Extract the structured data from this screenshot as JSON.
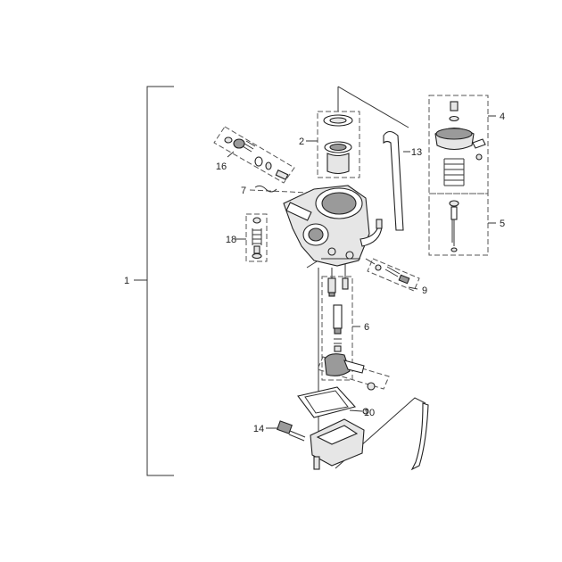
{
  "callouts": {
    "c1": "1",
    "c2": "2",
    "c4": "4",
    "c5": "5",
    "c6": "6",
    "c7": "7",
    "c9": "9",
    "c10": "10",
    "c13": "13",
    "c14": "14",
    "c16": "16",
    "c18": "18"
  }
}
